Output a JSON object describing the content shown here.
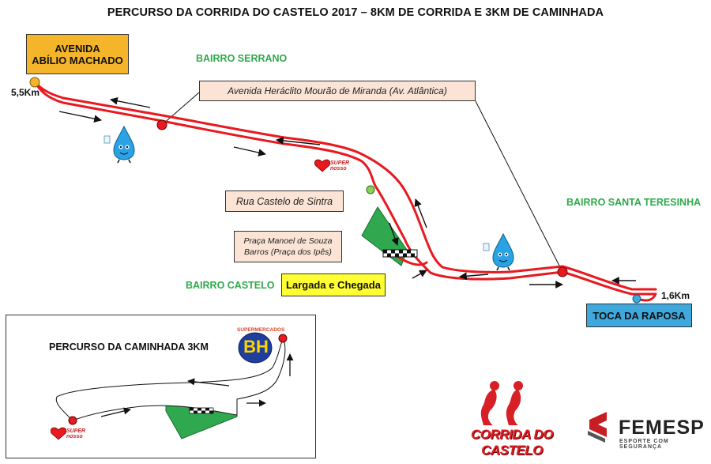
{
  "title": "PERCURSO DA CORRIDA DO CASTELO 2017 – 8KM DE CORRIDA E 3KM DE CAMINHADA",
  "labels": {
    "abilio_line1": "AVENIDA",
    "abilio_line2": "ABÍLIO MACHADO",
    "heraclito": "Avenida Heráclito Mourão de Miranda (Av. Atlântica)",
    "castelo_sintra": "Rua Castelo de Sintra",
    "praca_line1": "Praça Manoel de Souza",
    "praca_line2": "Barros (Praça dos Ipês)",
    "largada": "Largada e Chegada",
    "toca": "TOCA DA RAPOSA"
  },
  "bairros": {
    "serrano": "BAIRRO SERRANO",
    "santa_teresinha": "BAIRRO SANTA TERESINHA",
    "castelo": "BAIRRO CASTELO"
  },
  "distances": {
    "far_end": "5,5Km",
    "near_end": "1,6Km"
  },
  "inset": {
    "title": "PERCURSO DA CAMINHADA 3KM"
  },
  "logos": {
    "super_top": "SUPER",
    "super_bottom": "nosso",
    "supermercados": "SUPERMERCADOS",
    "bh": "BH",
    "corrida": "CORRIDA DO CASTELO",
    "femesp": "FEMESP",
    "femesp_sub": "ESPORTE COM SEGURANÇA"
  },
  "colors": {
    "route": "#e8191f",
    "bairro": "#2eaa4a",
    "start_green": "#2fa84f"
  }
}
